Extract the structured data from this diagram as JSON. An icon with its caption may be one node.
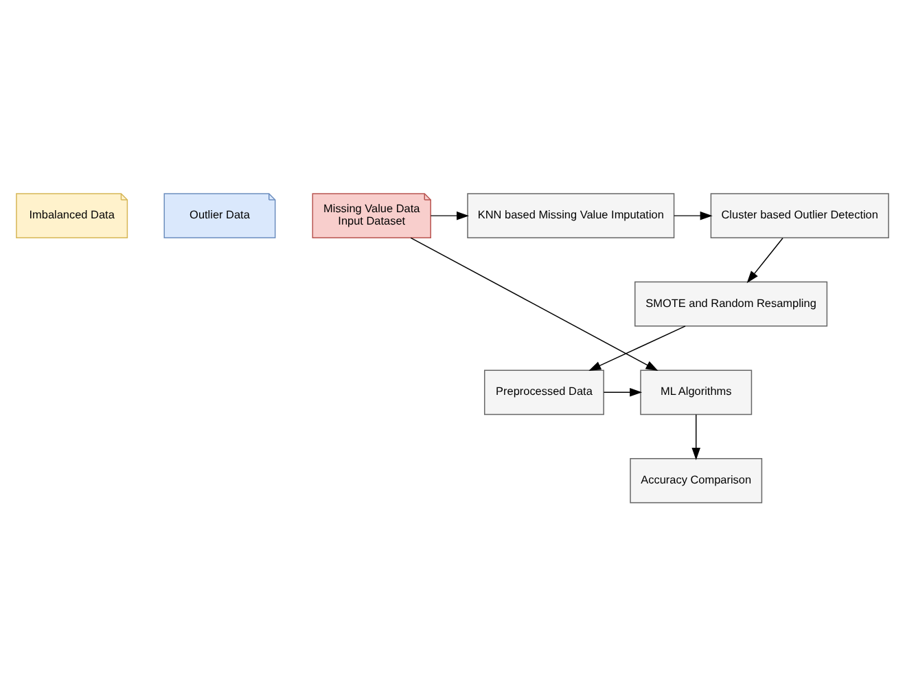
{
  "diagram": {
    "nodes": [
      {
        "text": [
          "Imbalanced Data"
        ]
      },
      {
        "text": [
          "Outlier Data"
        ]
      },
      {
        "text": [
          "Missing Value Data",
          "Input Dataset"
        ]
      },
      {
        "text": [
          "KNN based Missing Value Imputation"
        ]
      },
      {
        "text": [
          "Cluster based Outlier Detection"
        ]
      },
      {
        "text": [
          "SMOTE and Random Resampling"
        ]
      },
      {
        "text": [
          "Preprocessed Data"
        ]
      },
      {
        "text": [
          "ML Algorithms"
        ]
      },
      {
        "text": [
          "Accuracy Comparison"
        ]
      }
    ],
    "edges": [
      {
        "from": 2,
        "to": 3,
        "arrow": "to"
      },
      {
        "from": 3,
        "to": 4,
        "arrow": "to"
      },
      {
        "from": 4,
        "to": 5,
        "arrow": "to"
      },
      {
        "from": 5,
        "to": 6,
        "arrow": "to"
      },
      {
        "from": 6,
        "to": 7,
        "arrow": "to"
      },
      {
        "from": 2,
        "to": 7,
        "arrow": "to"
      },
      {
        "from": 7,
        "to": 8,
        "arrow": "to"
      }
    ]
  }
}
